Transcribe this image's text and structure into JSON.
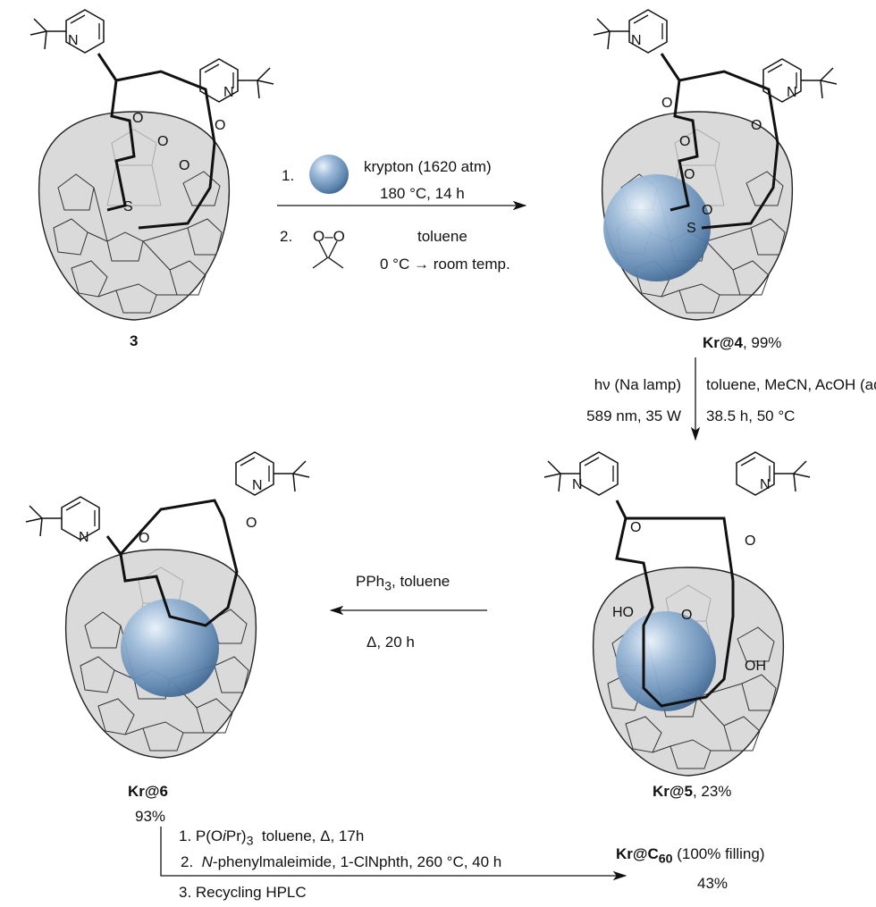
{
  "compounds": {
    "c3": {
      "label": "3"
    },
    "c4": {
      "label": "Kr@4",
      "yield": ", 99%"
    },
    "c5": {
      "label": "Kr@5",
      "yield": ", 23%"
    },
    "c6": {
      "label": "Kr@6",
      "yield": "93%"
    },
    "final": {
      "label_kr": "Kr@C",
      "label_sub": "60",
      "note": " (100% filling)",
      "yield": "43%"
    }
  },
  "atoms": {
    "N": "N",
    "O": "O",
    "S": "S",
    "HO": "HO",
    "OH": "OH"
  },
  "step1": {
    "n1": "1.",
    "reagent1": "krypton (1620 atm)",
    "cond1": "180 °C, 14 h",
    "n2": "2.",
    "dioxirane_o": "O–O",
    "reagent2": "toluene",
    "cond2": "0 °C → room temp."
  },
  "step2": {
    "left1": "hν (Na lamp)",
    "left2": "589 nm, 35 W",
    "right1": "toluene, MeCN, AcOH (aq.)",
    "right2": "38.5 h, 50 °C"
  },
  "step3": {
    "reagent_pre": "PPh",
    "reagent_sub": "3",
    "reagent_post": ", toluene",
    "cond": "Δ, 20 h"
  },
  "step4": {
    "l1_pre": "1. P(O",
    "l1_it": "i",
    "l1_mid": "Pr)",
    "l1_sub": "3",
    "l1_post": "  toluene, Δ, 17h",
    "l2_pre": "2.  ",
    "l2_it": "N",
    "l2_post": "-phenylmaleimide, 1-ClNphth, 260 °C, 40 h",
    "l3": "3. Recycling HPLC"
  },
  "colors": {
    "krypton": "#7fa3c8",
    "cage": "#d9d9d9",
    "ink": "#111111"
  }
}
